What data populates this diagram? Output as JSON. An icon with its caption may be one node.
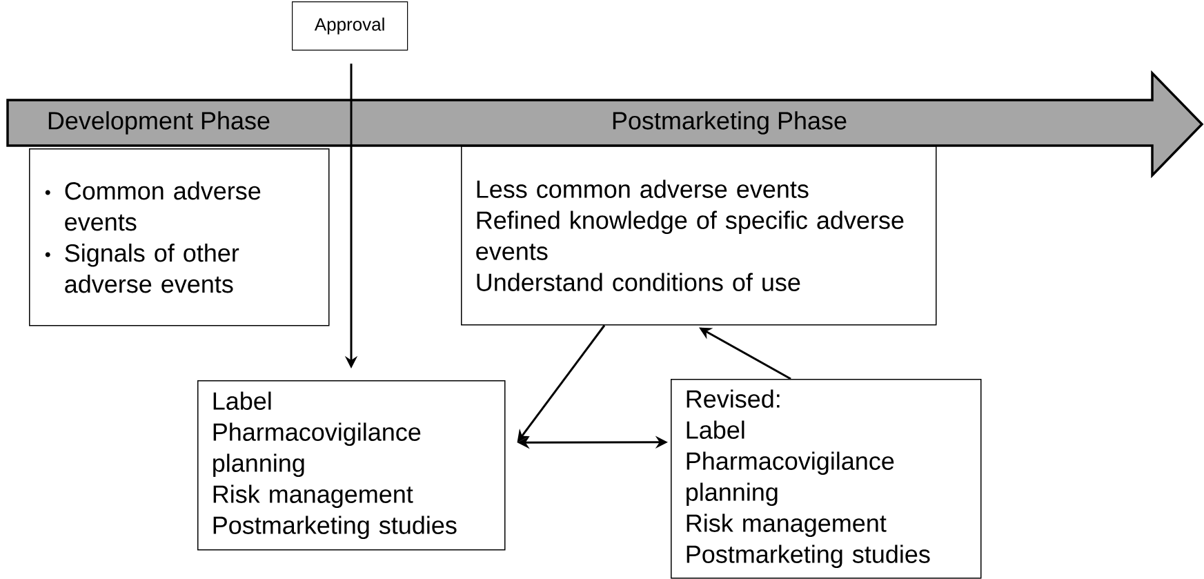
{
  "diagram": {
    "nodes": [
      {
        "text": [
          "Approval"
        ]
      },
      {
        "text": [
          "Common adverse events",
          "Signals of other adverse events"
        ]
      },
      {
        "text": [
          "Less common adverse events",
          "Refined knowledge of specific adverse events",
          "Understand conditions of use"
        ]
      },
      {
        "text": [
          "Label",
          "Pharmacovigilance planning",
          "Risk management",
          "Postmarketing studies"
        ]
      },
      {
        "text": [
          "Revised:",
          "Label",
          "Pharmacovigilance planning",
          "Risk management",
          "Postmarketing studies"
        ]
      }
    ],
    "edges": [
      {
        "from": 0,
        "to": 3,
        "arrow": "to"
      },
      {
        "from": 2,
        "to": 3,
        "arrow": "to"
      },
      {
        "from": 3,
        "to": 4,
        "arrow": "both"
      },
      {
        "from": 4,
        "to": 2,
        "arrow": "to"
      }
    ],
    "labels": [
      "Development Phase",
      "Postmarketing Phase"
    ]
  }
}
